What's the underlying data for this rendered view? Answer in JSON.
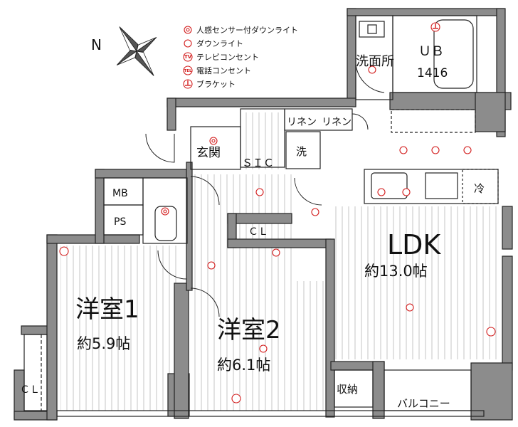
{
  "legend": [
    {
      "symbol": "sensor-downlight",
      "label": "人感センサー付ダウンライト"
    },
    {
      "symbol": "downlight",
      "label": "ダウンライト"
    },
    {
      "symbol": "tv-outlet",
      "label": "テレビコンセント",
      "mark": "TV"
    },
    {
      "symbol": "phone-outlet",
      "label": "電話コンセント",
      "mark": "TEL"
    },
    {
      "symbol": "bracket",
      "label": "ブラケット"
    }
  ],
  "compass": {
    "label": "N"
  },
  "rooms": {
    "washroom": "洗面所",
    "ub": "ＵＢ",
    "ub_size": "1416",
    "linen1": "リネン",
    "linen2": "リネン",
    "entrance": "玄関",
    "sic": "ＳＩＣ",
    "wash": "洗",
    "mb": "MB",
    "ps": "PS",
    "cl_mid": "ＣＬ",
    "ldk": "LDK",
    "ldk_size": "約13.0帖",
    "fridge": "冷",
    "room1": "洋室1",
    "room1_size": "約5.9帖",
    "room2": "洋室2",
    "room2_size": "約6.1帖",
    "cl_left": "ＣＬ",
    "storage": "収納",
    "balcony": "バルコニー"
  },
  "colors": {
    "fixture": "#d21a1a",
    "wall": "#8c8c8c"
  }
}
